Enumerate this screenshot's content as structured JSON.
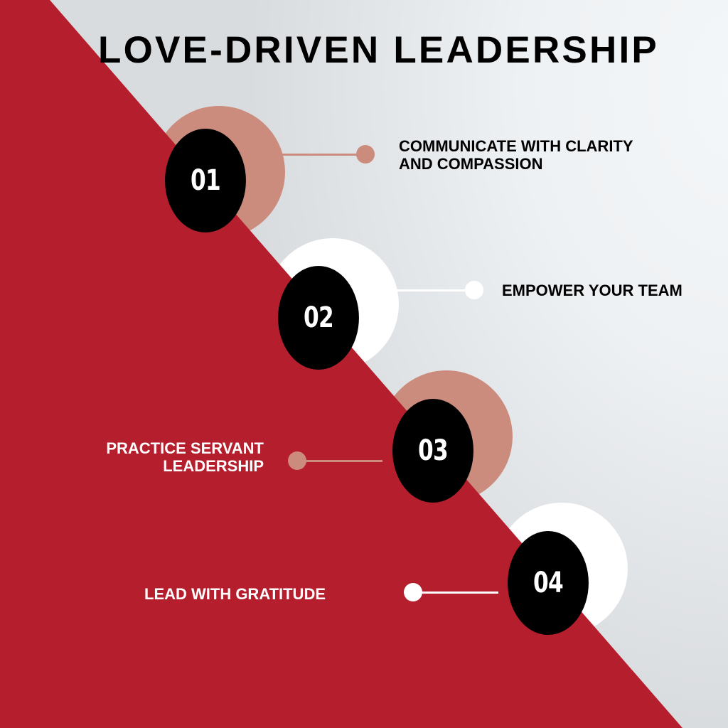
{
  "title": "LOVE-DRIVEN LEADERSHIP",
  "colors": {
    "red": "#b51f2d",
    "peach": "#cb8b7d",
    "white": "#ffffff",
    "black": "#000000",
    "background": "#f2f5f7"
  },
  "steps": [
    {
      "number": "01",
      "line1": "COMMUNICATE WITH CLARITY",
      "line2": "AND COMPASSION",
      "accent": "peach"
    },
    {
      "number": "02",
      "line1": "EMPOWER YOUR TEAM",
      "line2": "",
      "accent": "white"
    },
    {
      "number": "03",
      "line1": "PRACTICE SERVANT",
      "line2": "LEADERSHIP",
      "accent": "peach"
    },
    {
      "number": "04",
      "line1": "LEAD WITH GRATITUDE",
      "line2": "",
      "accent": "white"
    }
  ]
}
